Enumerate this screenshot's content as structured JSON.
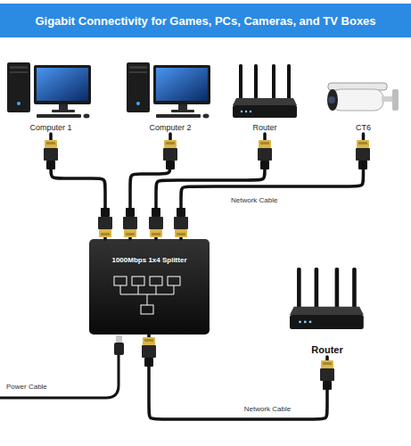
{
  "diagram": {
    "title": "Gigabit Connectivity for Games, PCs, Cameras, and TV Boxes",
    "nodes": [
      {
        "text": [
          "Computer 1"
        ]
      },
      {
        "text": [
          "Computer 2"
        ]
      },
      {
        "text": [
          "Router"
        ]
      },
      {
        "text": [
          "CT6"
        ]
      },
      {
        "text": [
          "1000Mbps 1x4 Splitter"
        ]
      },
      {
        "text": [
          "Router"
        ]
      }
    ],
    "edges": [
      {
        "from": 0,
        "to": 4,
        "arrow": "none"
      },
      {
        "from": 1,
        "to": 4,
        "arrow": "none"
      },
      {
        "from": 2,
        "to": 4,
        "arrow": "none"
      },
      {
        "from": 3,
        "to": 4,
        "arrow": "none"
      },
      {
        "from": 4,
        "to": 5,
        "label": "Network Cable",
        "arrow": "none"
      }
    ],
    "labels": [
      "Network Cable",
      "Power Cable"
    ]
  }
}
